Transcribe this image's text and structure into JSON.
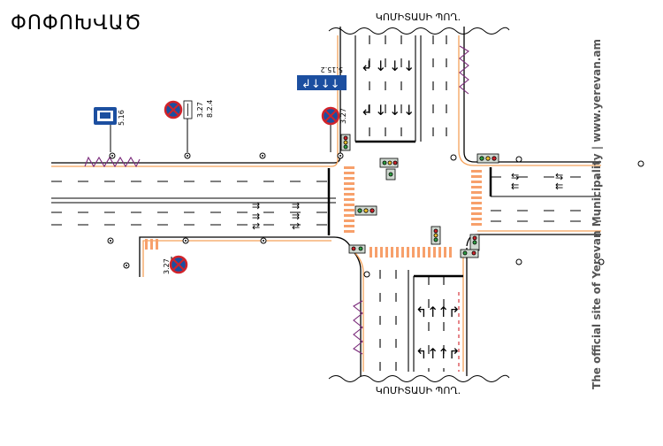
{
  "title": "ՓՈՓՈԽՎԱԾ",
  "street_top": "ԿՈՄԻՏԱՍԻ ՊՈՂ.",
  "street_bottom": "ԿՈՄԻՏԱՍԻ ՊՈՂ.",
  "watermark": "The official site of Yerevan Municipality  |  www.yerevan.am",
  "signs": {
    "bus_stop_code": "5.16",
    "no_stopping_code_1": "3.27",
    "no_stopping_code_2": "8.2.4",
    "no_stopping_code_3": "3.27",
    "no_stopping_code_4": "3.27",
    "lane_direction_code": "5.15.2"
  },
  "colors": {
    "road_edge": "#000000",
    "curb_orange": "#f5a25a",
    "crosswalk": "#f7a06b",
    "zigzag": "#7a2a7a",
    "sign_blue": "#1c4fa0",
    "sign_red": "#d2232a",
    "bus_lane_red": "#d2232a"
  }
}
